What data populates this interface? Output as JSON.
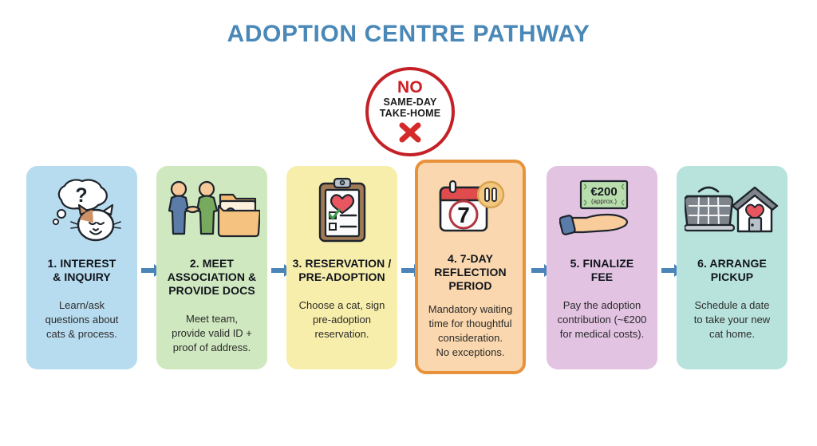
{
  "title": "ADOPTION CENTRE PATHWAY",
  "badge": {
    "name": "no-same-day-take-home-badge",
    "line1": "NO",
    "line2": "SAME-DAY\nTAKE-HOME",
    "icon": "red-x-icon",
    "circle_color": "#c42127",
    "no_color": "#cc2026",
    "text_color": "#1b1b1b"
  },
  "arrow_color": "#4a84b8",
  "title_color": "#4a88b8",
  "steps": [
    {
      "id": "step-1-interest-inquiry",
      "title": "1. INTEREST\n& INQUIRY",
      "desc": "Learn/ask\nquestions about\ncats & process.",
      "bg": "#b8dcef",
      "icons": [
        "thought-bubble-question-icon",
        "cat-face-icon"
      ]
    },
    {
      "id": "step-2-meet-association",
      "title": "2. MEET\nASSOCIATION &\nPROVIDE DOCS",
      "desc": "Meet team,\nprovide valid ID +\nproof of address.",
      "bg": "#cfe8bf",
      "icons": [
        "handshake-people-icon",
        "document-folder-icon"
      ]
    },
    {
      "id": "step-3-reservation-pre-adoption",
      "title": "3. RESERVATION /\nPRE-ADOPTION",
      "desc": "Choose a cat, sign\npre-adoption\nreservation.",
      "bg": "#f8eeab",
      "icons": [
        "clipboard-heart-checklist-icon"
      ]
    },
    {
      "id": "step-4-reflection-period",
      "title": "4. 7-DAY\nREFLECTION\nPERIOD",
      "desc": "Mandatory waiting\ntime for thoughtful\nconsideration.\nNo exceptions.",
      "bg": "#fad7ae",
      "border": "#e8923a",
      "highlight": true,
      "icons": [
        "calendar-7-icon",
        "pause-badge-icon"
      ],
      "calendar_day": "7"
    },
    {
      "id": "step-5-finalize-fee",
      "title": "5. FINALIZE\nFEE",
      "desc": "Pay the adoption\ncontribution (~€200\nfor medical costs).",
      "bg": "#e2c3e2",
      "icons": [
        "banknote-icon",
        "open-hand-icon"
      ],
      "banknote_amount": "€200",
      "banknote_note": "(approx.)"
    },
    {
      "id": "step-6-arrange-pickup",
      "title": "6. ARRANGE\nPICKUP",
      "desc": "Schedule a date\nto take your new\ncat home.",
      "bg": "#b8e3dc",
      "icons": [
        "pet-carrier-icon",
        "house-heart-icon"
      ]
    }
  ]
}
